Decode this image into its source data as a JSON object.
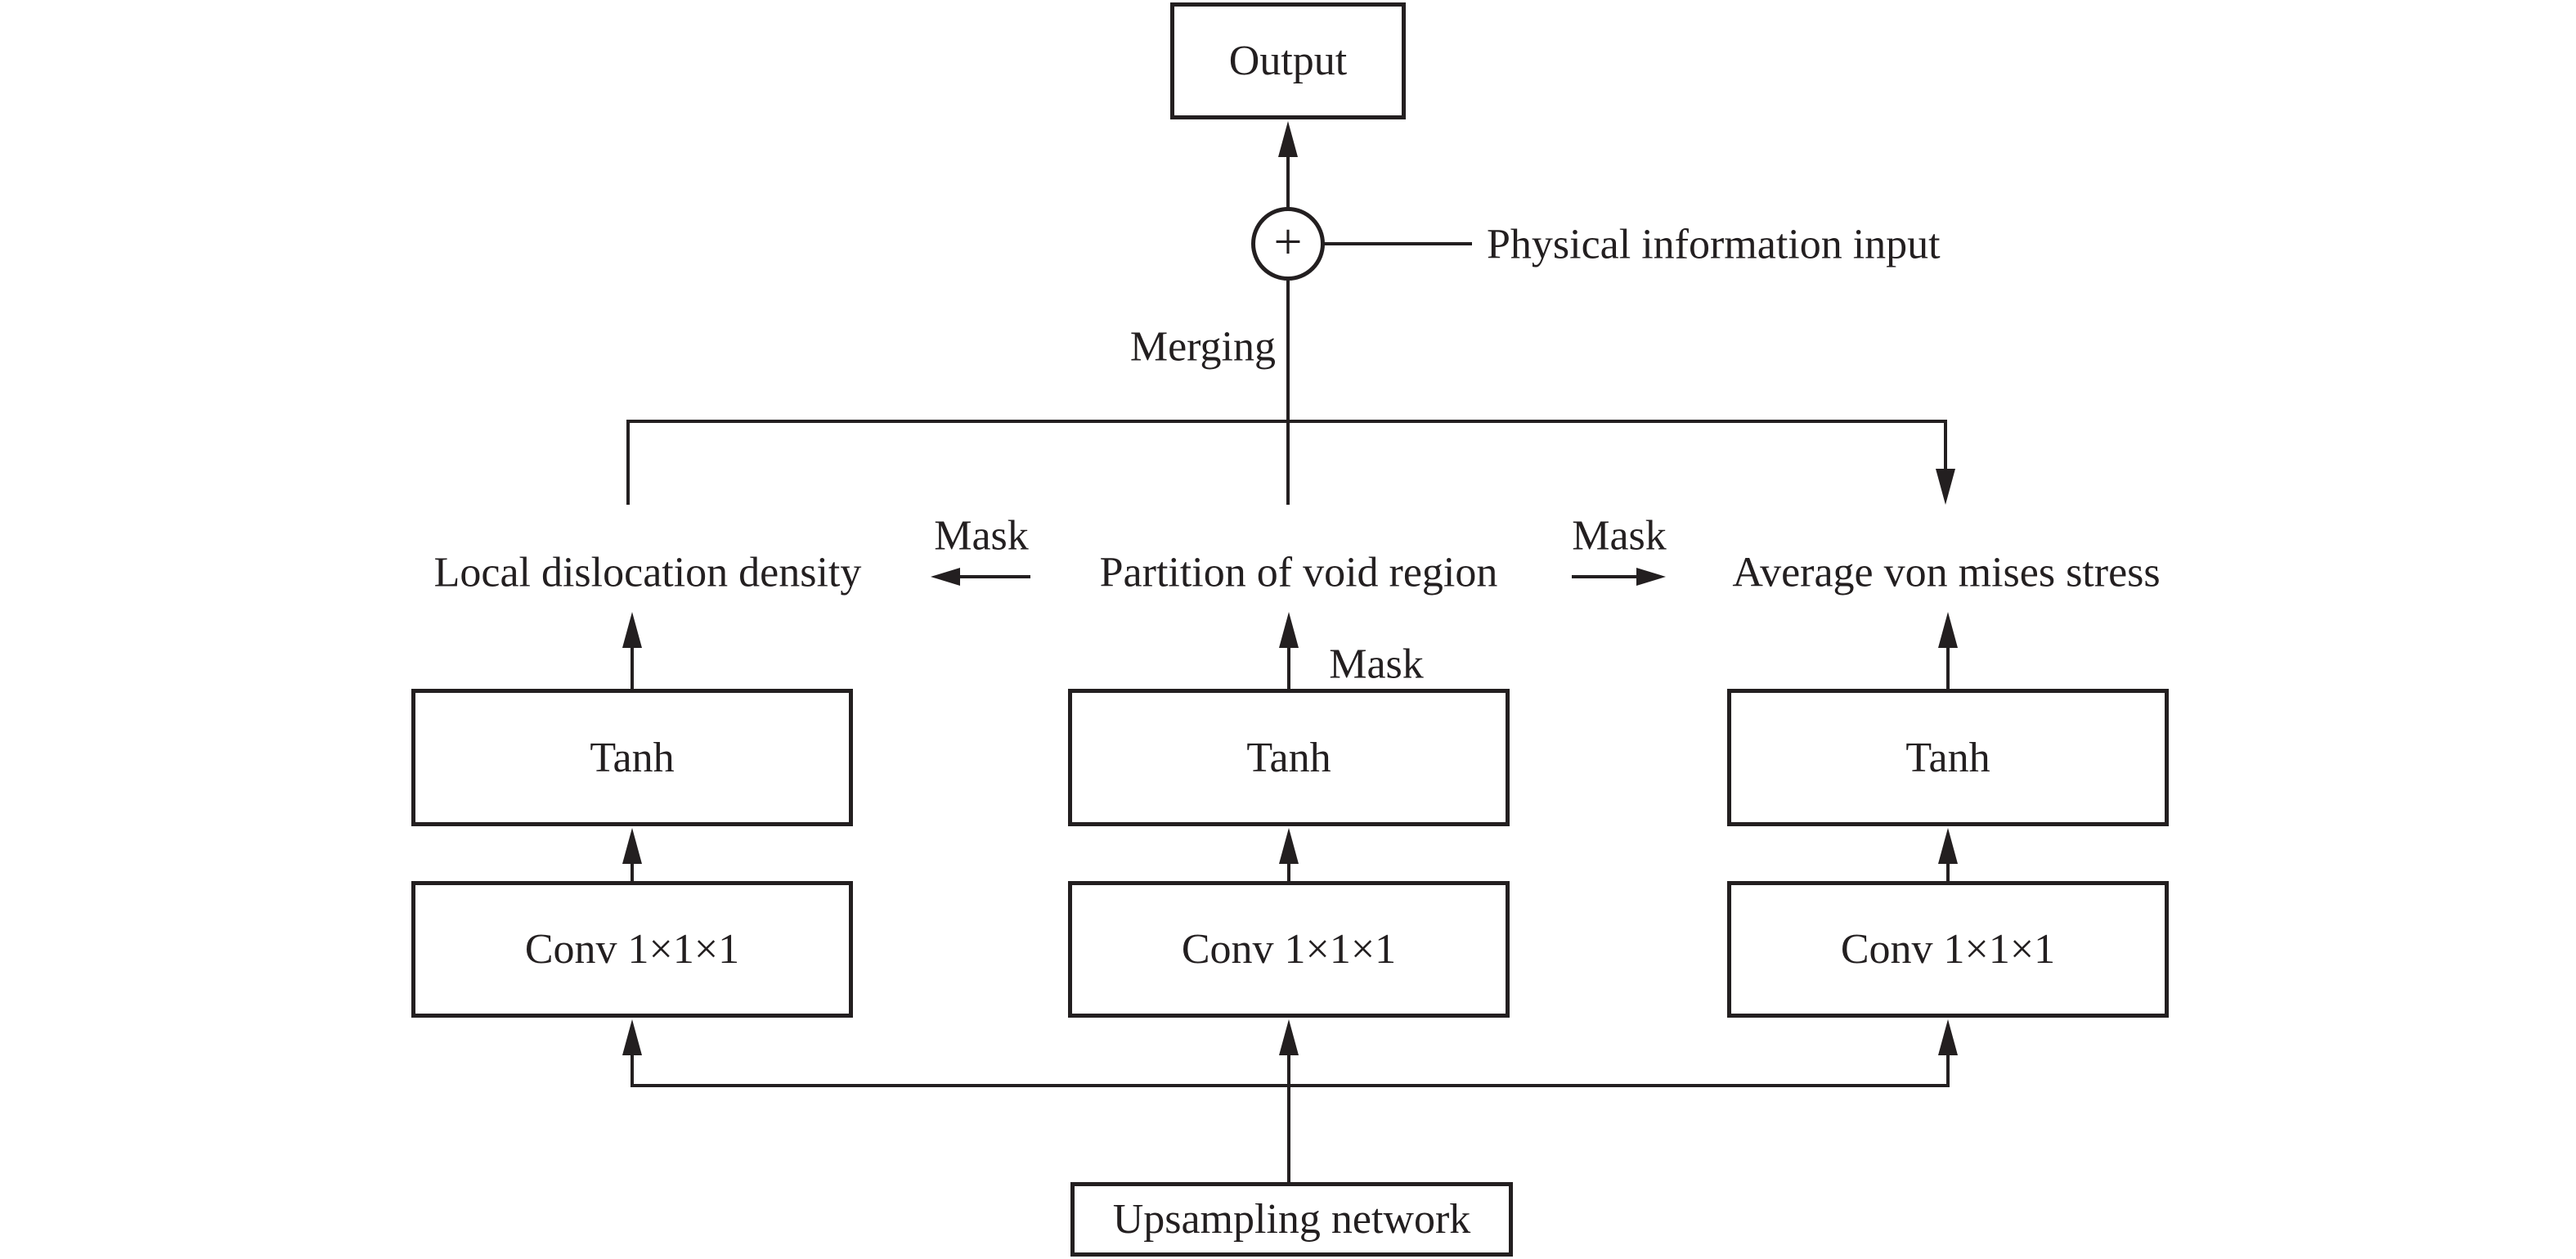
{
  "labels": {
    "output": "Output",
    "plus": "+",
    "physical_input": "Physical information input",
    "merging": "Merging",
    "local_density": "Local dislocation density",
    "void_region": "Partition of void region",
    "avg_stress": "Average von mises stress",
    "mask_left": "Mask",
    "mask_middle": "Mask",
    "mask_right": "Mask",
    "tanh_left": "Tanh",
    "tanh_middle": "Tanh",
    "tanh_right": "Tanh",
    "conv_left": "Conv 1×1×1",
    "conv_middle": "Conv 1×1×1",
    "conv_right": "Conv 1×1×1",
    "upsampling": "Upsampling network"
  },
  "colors": {
    "line": "#231f20",
    "background": "#ffffff",
    "text": "#231f20"
  }
}
